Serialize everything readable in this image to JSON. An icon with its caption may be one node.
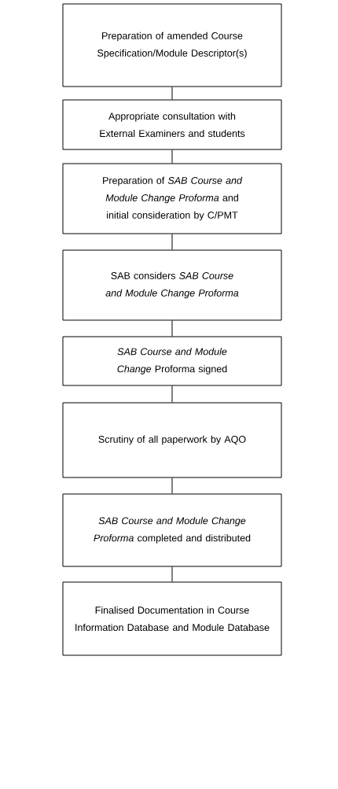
{
  "diagram": {
    "nodes": [
      {
        "text": [
          "Preparation of amended Course Specification/Module Descriptor(s)"
        ]
      },
      {
        "text": [
          "Appropriate consultation with External Examiners and students"
        ]
      },
      {
        "text": [
          "Preparation of *SAB Course and Module Change Proforma* and initial consideration by C/PMT"
        ]
      },
      {
        "text": [
          "SAB considers *SAB Course and Module Change Proforma*"
        ]
      },
      {
        "text": [
          "*SAB Course and Module Change* Proforma signed"
        ]
      },
      {
        "text": [
          "Scrutiny of all paperwork by AQO"
        ]
      },
      {
        "text": [
          "*SAB Course and Module Change Proforma* completed and distributed"
        ]
      },
      {
        "text": [
          "Finalised Documentation in Course Information Database and Module Database"
        ]
      }
    ],
    "edges": [
      {
        "from": 0,
        "to": 1,
        "arrow": "none"
      },
      {
        "from": 1,
        "to": 2,
        "arrow": "none"
      },
      {
        "from": 2,
        "to": 3,
        "arrow": "none"
      },
      {
        "from": 3,
        "to": 4,
        "arrow": "none"
      },
      {
        "from": 4,
        "to": 5,
        "arrow": "none"
      },
      {
        "from": 5,
        "to": 6,
        "arrow": "none"
      },
      {
        "from": 6,
        "to": 7,
        "arrow": "none"
      }
    ]
  }
}
